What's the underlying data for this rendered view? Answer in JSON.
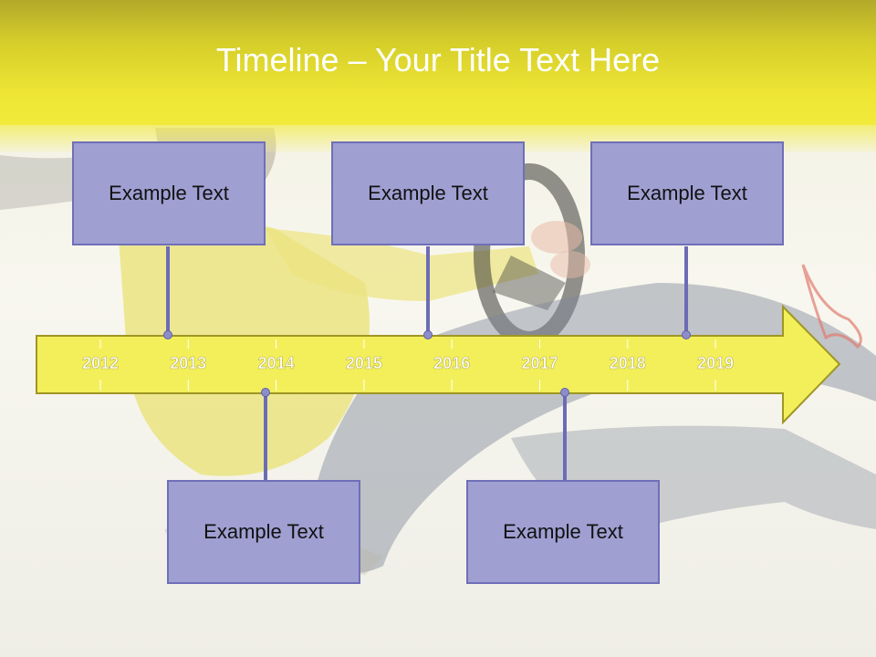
{
  "slide": {
    "title": "Timeline – Your Title Text Here"
  },
  "timeline": {
    "years": [
      "2012",
      "2013",
      "2014",
      "2015",
      "2016",
      "2017",
      "2018",
      "2019"
    ],
    "arrow_color": "#f3ef5a",
    "arrow_border": "#9e9624",
    "label_color": "#ffffff"
  },
  "events": [
    {
      "text": "Example Text",
      "position": "above"
    },
    {
      "text": "Example Text",
      "position": "above"
    },
    {
      "text": "Example Text",
      "position": "above"
    },
    {
      "text": "Example Text",
      "position": "below"
    },
    {
      "text": "Example Text",
      "position": "below"
    }
  ],
  "colors": {
    "box_fill": "#9f9fd2",
    "box_border": "#6f6fb8",
    "connector": "#6c6cb6",
    "title_bar": "#eee534"
  }
}
